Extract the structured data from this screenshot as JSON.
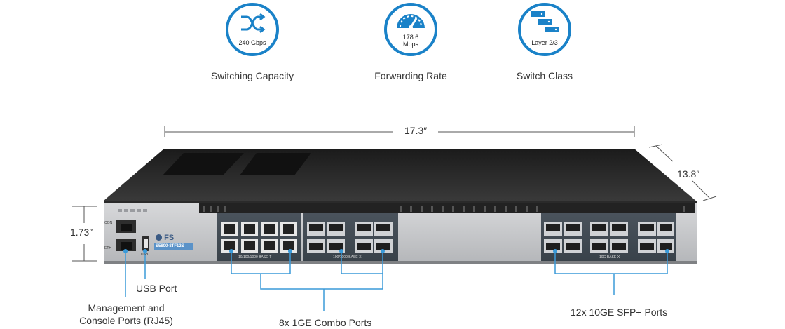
{
  "badges": [
    {
      "label": "Switching Capacity",
      "value": "240 Gbps",
      "icon": "shuffle-arrows-icon"
    },
    {
      "label": "Forwarding Rate",
      "value": "178.6",
      "value2": "Mpps",
      "icon": "speedometer-icon"
    },
    {
      "label": "Switch Class",
      "value": "Layer 2/3",
      "icon": "server-stack-icon"
    }
  ],
  "dimensions": {
    "width": "17.3″",
    "depth": "13.8″",
    "height": "1.73″"
  },
  "device": {
    "brand": "FS",
    "model": "S5800-8TF12S",
    "con_label": "CON",
    "eth_label": "ETH",
    "usb_label": "USB",
    "copper_label": "10/100/1000 BASE-T",
    "sfp_label": "100/1000 BASE-X",
    "tengig_label": "10G BASE-X"
  },
  "callouts": {
    "usb": "USB Port",
    "mgmt_line1": "Management and",
    "mgmt_line2": "Console Ports (RJ45)",
    "combo": "8x 1GE Combo Ports",
    "sfp_plus": "12x 10GE SFP+ Ports"
  },
  "colors": {
    "accent": "#1a82c8",
    "callout_line": "#3a9ad9"
  }
}
